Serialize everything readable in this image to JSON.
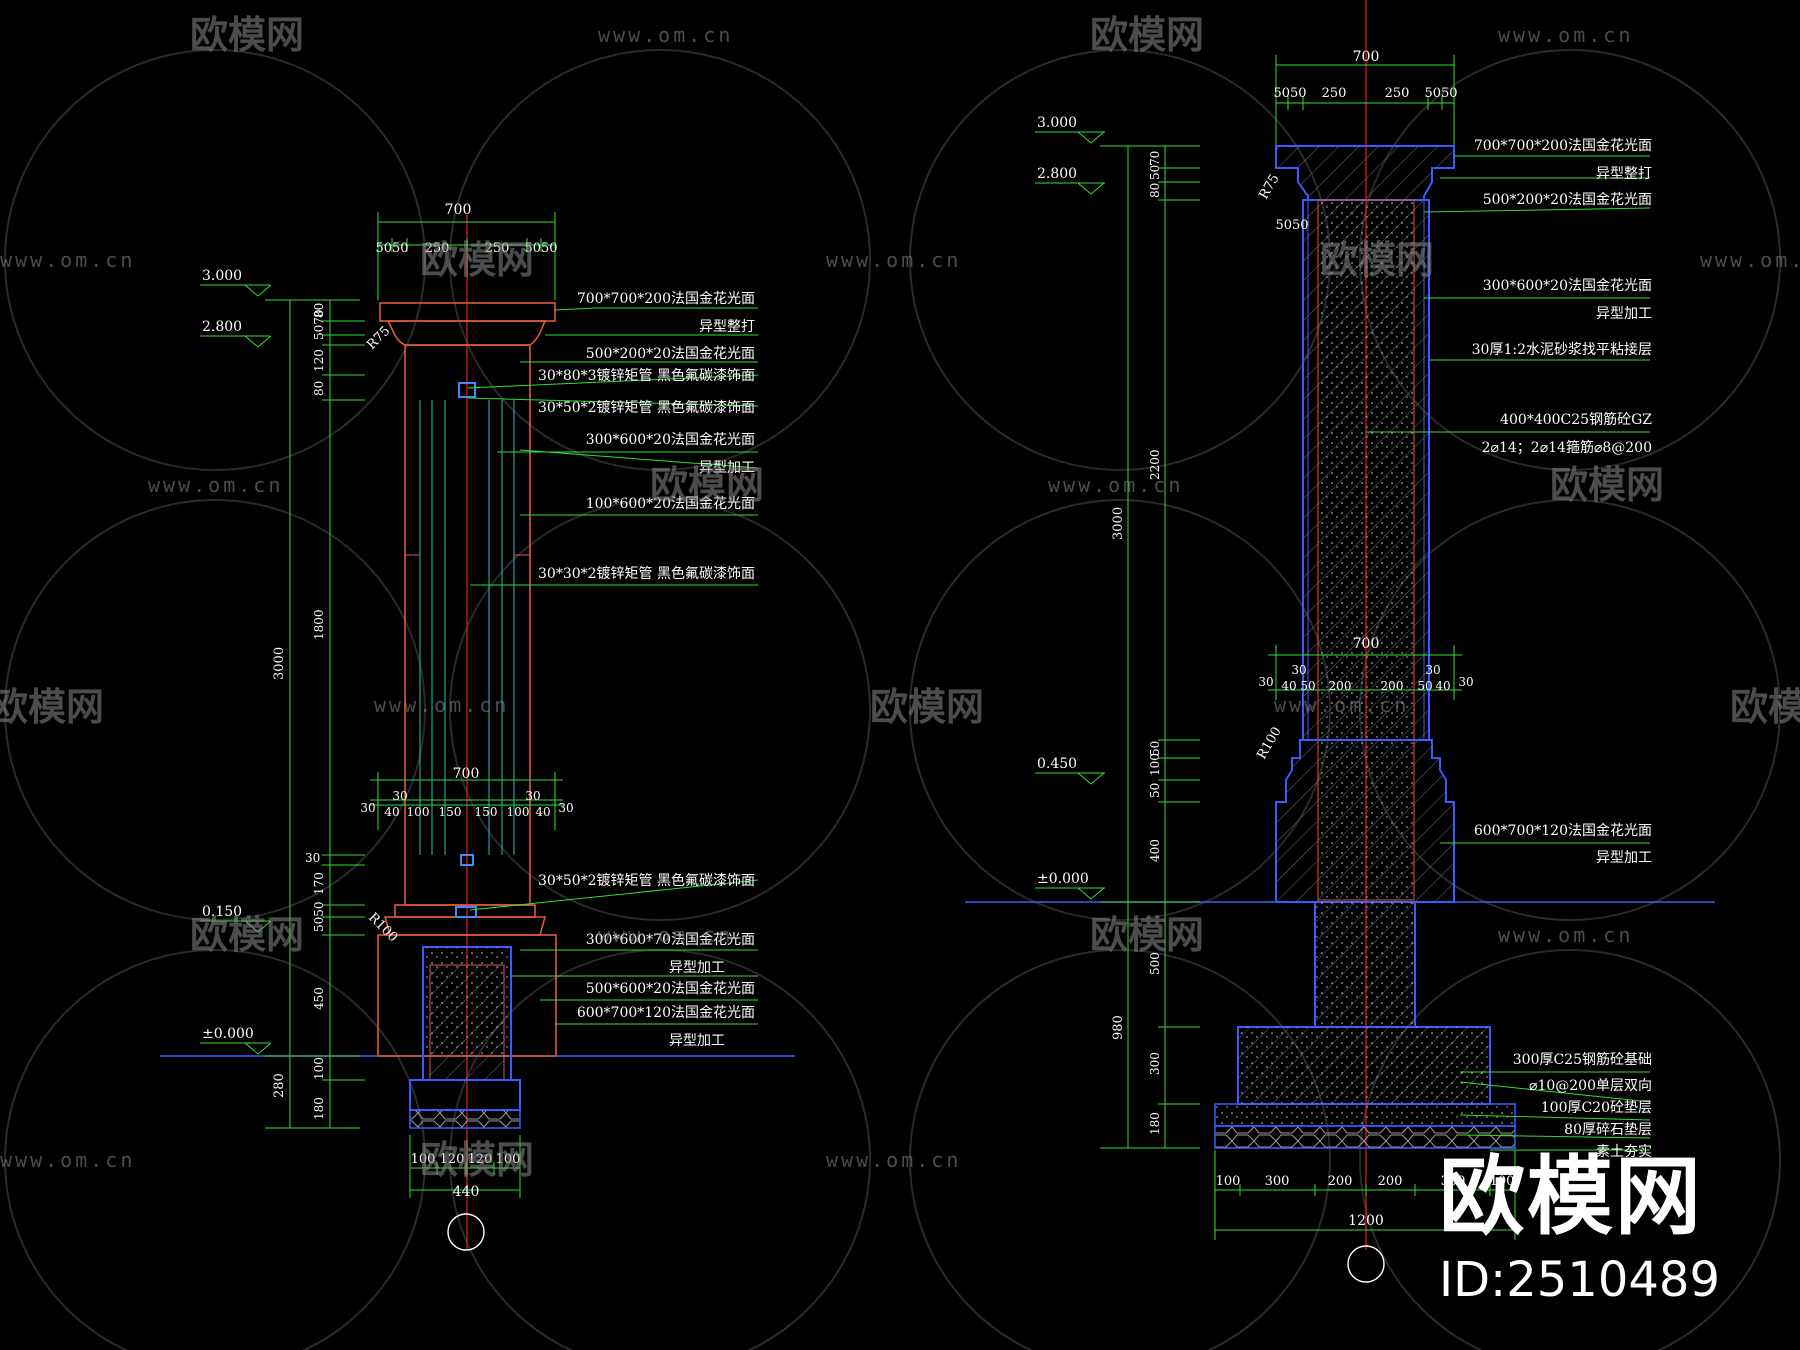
{
  "watermark": {
    "brand": "欧模网",
    "url": "www.om.cn",
    "id_label": "ID:2510489"
  },
  "colors": {
    "background": "#000000",
    "dim": "#2fe02f",
    "outline": "#e05a3a",
    "concrete": "#3a5cff",
    "center": "#e02020",
    "text": "#ffffff",
    "leader": "#2fe02f"
  },
  "left": {
    "levels": [
      "3.000",
      "2.800",
      "0.150",
      "±0.000"
    ],
    "top_dims": {
      "total": "700",
      "parts": [
        "5050",
        "250",
        "250",
        "5050"
      ]
    },
    "mid_dims": {
      "total": "700",
      "row1": [
        "30",
        "30",
        "30",
        "30"
      ],
      "row2": [
        "40",
        "100",
        "150",
        "150",
        "100",
        "40"
      ]
    },
    "bottom_dims": {
      "total": "440",
      "parts": [
        "100",
        "120",
        "120",
        "100"
      ]
    },
    "radii": [
      "R75",
      "R100"
    ],
    "vert_dims_outer": [
      "3000",
      "280"
    ],
    "vert_dims_inner": [
      "80",
      "5070",
      "120",
      "80",
      "1800",
      "30",
      "170",
      "5050",
      "450",
      "100",
      "180"
    ],
    "notes": [
      "700*700*200法国金花光面",
      "异型整打",
      "500*200*20法国金花光面",
      "30*80*3镀锌矩管 黑色氟碳漆饰面",
      "30*50*2镀锌矩管 黑色氟碳漆饰面",
      "300*600*20法国金花光面",
      "异型加工",
      "100*600*20法国金花光面",
      "30*30*2镀锌矩管 黑色氟碳漆饰面",
      "30*50*2镀锌矩管 黑色氟碳漆饰面",
      "300*600*70法国金花光面",
      "异型加工",
      "500*600*20法国金花光面",
      "600*700*120法国金花光面",
      "异型加工"
    ]
  },
  "right": {
    "levels": [
      "3.000",
      "2.800",
      "0.450",
      "±0.000"
    ],
    "top_dims": {
      "total": "700",
      "parts": [
        "5050",
        "250",
        "250",
        "5050"
      ]
    },
    "mid_dims": {
      "total": "700",
      "row1": [
        "30",
        "30",
        "30",
        "30"
      ],
      "row2": [
        "40",
        "50",
        "200",
        "200",
        "50",
        "40"
      ]
    },
    "bottom_dims": {
      "total": "1200",
      "parts": [
        "100",
        "300",
        "200",
        "200",
        "300",
        "100"
      ]
    },
    "radii": [
      "R75",
      "5050",
      "R100"
    ],
    "vert_dims_outer": [
      "3000",
      "980"
    ],
    "vert_dims_inner": [
      "70",
      "50",
      "80",
      "2200",
      "50",
      "100",
      "50",
      "400",
      "500",
      "300",
      "180"
    ],
    "notes": [
      "700*700*200法国金花光面",
      "异型整打",
      "500*200*20法国金花光面",
      "300*600*20法国金花光面",
      "异型加工",
      "30厚1:2水泥砂浆找平粘接层",
      "400*400C25钢筋砼GZ",
      "2⌀14；2⌀14箍筋⌀8@200",
      "600*700*120法国金花光面",
      "异型加工",
      "300厚C25钢筋砼基础",
      "⌀10@200单层双向",
      "100厚C20砼垫层",
      "80厚碎石垫层",
      "素土夯实"
    ]
  }
}
